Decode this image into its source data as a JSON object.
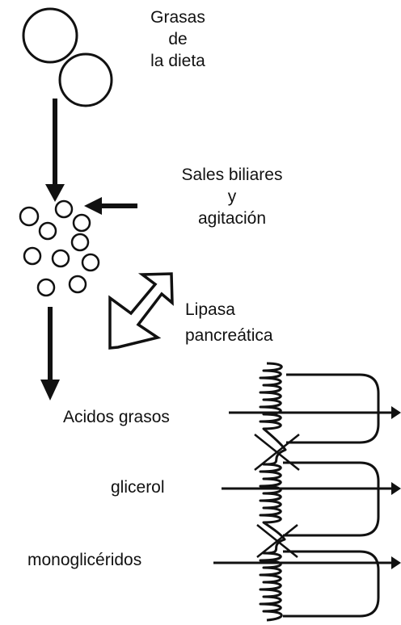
{
  "labels": {
    "dietary_fats": [
      "Grasas",
      "de",
      "la dieta"
    ],
    "bile_salts": [
      "Sales biliares",
      "y",
      "agitación"
    ],
    "pancreatic_lipase": [
      "Lipasa",
      "pancreática"
    ],
    "fatty_acids": "Acidos grasos",
    "glycerol": "glicerol",
    "monoglycerides": "monoglicéridos"
  },
  "colors": {
    "ink": "#111111",
    "background": "#ffffff"
  }
}
